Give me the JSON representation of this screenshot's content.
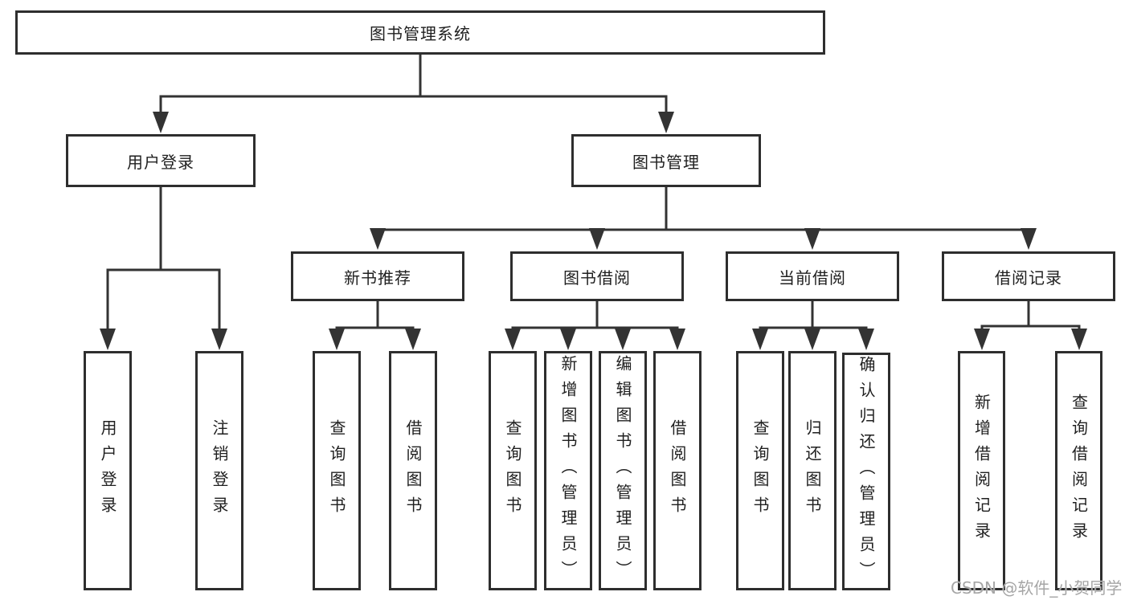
{
  "diagram_title": "图书管理系统",
  "nodes": {
    "root": "图书管理系统",
    "user_login": "用户登录",
    "book_mgmt": "图书管理",
    "new_books": "新书推荐",
    "book_borrow": "图书借阅",
    "current_borrow": "当前借阅",
    "borrow_records": "借阅记录",
    "leaf_user_login": "用户登录",
    "leaf_logout": "注销登录",
    "leaf_nb_query": "查询图书",
    "leaf_nb_borrow": "借阅图书",
    "leaf_bb_query": "查询图书",
    "leaf_bb_add": "新增图书（管理员）",
    "leaf_bb_edit": "编辑图书（管理员）",
    "leaf_bb_borrow": "借阅图书",
    "leaf_cb_query": "查询图书",
    "leaf_cb_return": "归还图书",
    "leaf_cb_confirm": "确认归还（管理员）",
    "leaf_br_add": "新增借阅记录",
    "leaf_br_query": "查询借阅记录"
  },
  "hierarchy": {
    "图书管理系统": [
      "用户登录",
      "图书管理"
    ],
    "用户登录": [
      "用户登录",
      "注销登录"
    ],
    "图书管理": [
      "新书推荐",
      "图书借阅",
      "当前借阅",
      "借阅记录"
    ],
    "新书推荐": [
      "查询图书",
      "借阅图书"
    ],
    "图书借阅": [
      "查询图书",
      "新增图书（管理员）",
      "编辑图书（管理员）",
      "借阅图书"
    ],
    "当前借阅": [
      "查询图书",
      "归还图书",
      "确认归还（管理员）"
    ],
    "借阅记录": [
      "新增借阅记录",
      "查询借阅记录"
    ]
  },
  "watermark": "CSDN @软件_小贺同学",
  "colors": {
    "line": "#333333",
    "box_border": "#2e2e2e",
    "box_fill": "#ffffff",
    "text": "#1f1f1f",
    "watermark_text": "#a6a6a6",
    "background": "#ffffff"
  }
}
